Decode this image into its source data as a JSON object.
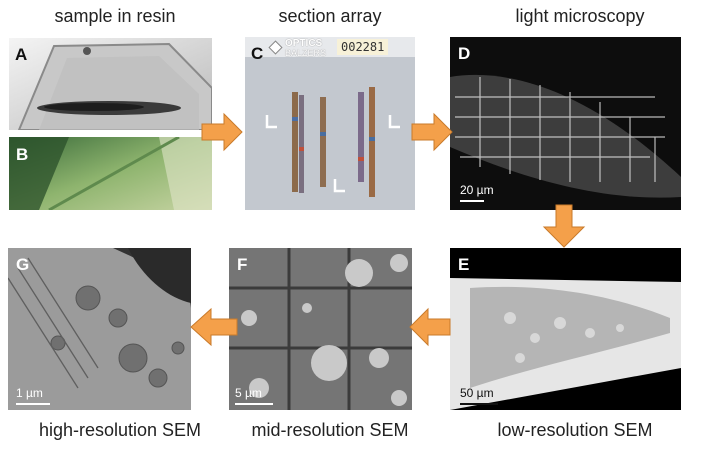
{
  "titles": {
    "top_left": "sample in resin",
    "top_mid": "section array",
    "top_right": "light microscopy",
    "bottom_left": "high-resolution SEM",
    "bottom_mid": "mid-resolution SEM",
    "bottom_right": "low-resolution SEM"
  },
  "panels": {
    "a": {
      "letter": "A"
    },
    "b": {
      "letter": "B"
    },
    "c": {
      "letter": "C",
      "slide_brand_1": "OPTICS",
      "slide_brand_2": "BALZERS",
      "slide_number": "002281"
    },
    "d": {
      "letter": "D",
      "scale": "20 µm"
    },
    "e": {
      "letter": "E",
      "scale": "50 µm"
    },
    "f": {
      "letter": "F",
      "scale": "5 µm"
    },
    "g": {
      "letter": "G",
      "scale": "1 µm"
    }
  },
  "colors": {
    "arrow_fill": "#f4a04a",
    "arrow_stroke": "#c97a2a"
  }
}
